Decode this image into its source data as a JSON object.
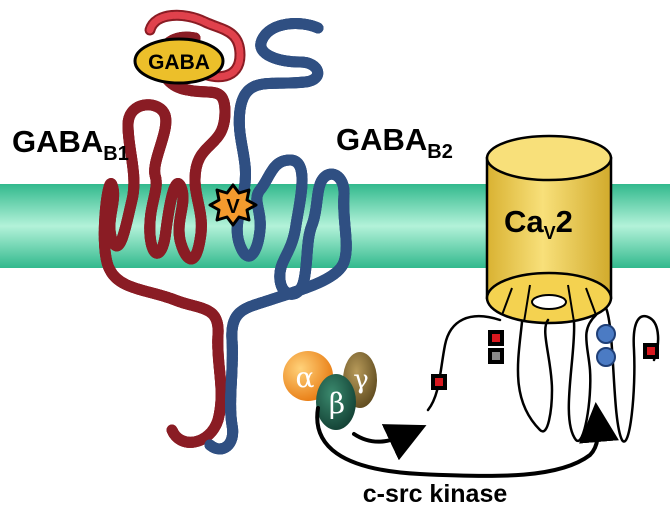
{
  "labels": {
    "gaba": "GABA",
    "gabab1_main": "GABA",
    "gabab1_sub": "B1",
    "gabab2_main": "GABA",
    "gabab2_sub": "B2",
    "v_marker": "V",
    "cav_main": "Ca",
    "cav_sub": "V",
    "cav_suffix": "2",
    "alpha": "α",
    "beta": "β",
    "gamma": "γ",
    "csrc": "c-src kinase"
  },
  "colors": {
    "membrane_edge": "#32b98d",
    "membrane_center": "#b3f2d9",
    "gabab1": "#e0414c",
    "gabab1_dark": "#8a1c24",
    "gabab2": "#6f9ad2",
    "gabab2_dark": "#2f4f82",
    "gaba_ligand": "#ecbf2a",
    "channel": "#f5d65a",
    "channel_dark": "#caa72a",
    "phospho_red": "#d9181f",
    "phospho_gray": "#8a8a8a",
    "blue_site": "#4b7bc4",
    "v_star": "#f39a2e"
  }
}
